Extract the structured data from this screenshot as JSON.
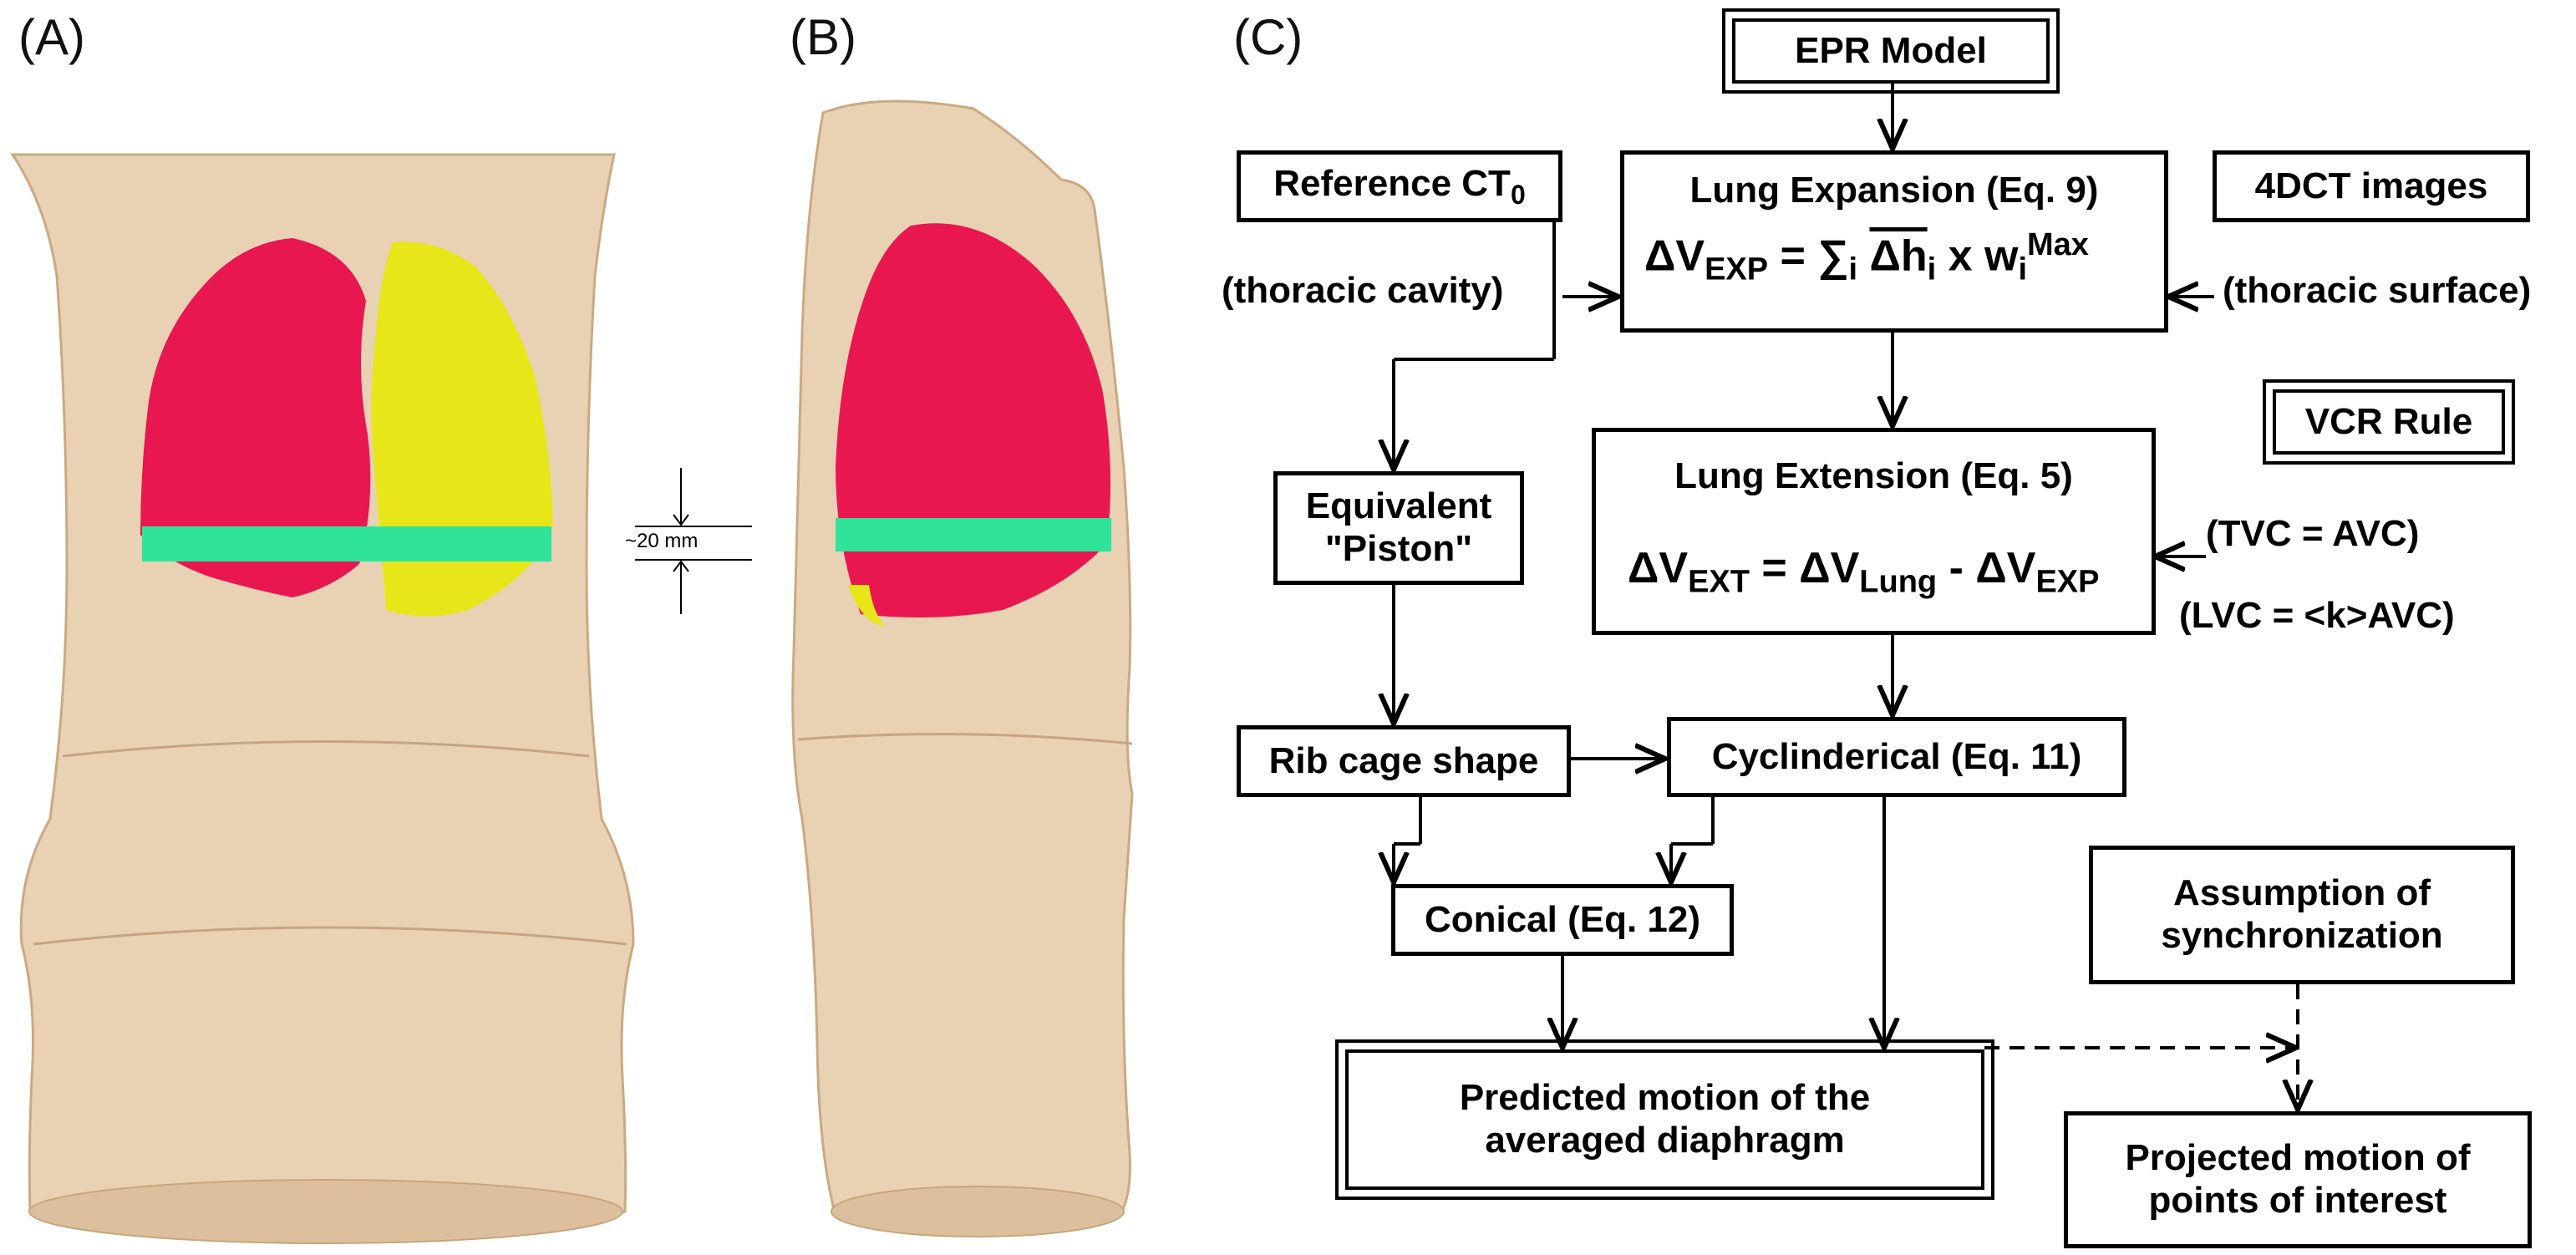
{
  "panels": {
    "a": "(A)",
    "b": "(B)",
    "c": "(C)"
  },
  "scale_bar": "~20 mm",
  "colors": {
    "torso": "#e8cfb0",
    "right_lung": "#e8174f",
    "left_lung": "#e6e619",
    "diaphragm_band": "#2fe39a"
  },
  "flow": {
    "epr_model": "EPR Model",
    "reference_ct": "Reference CT",
    "reference_ct_sub": "0",
    "thoracic_cavity": "(thoracic cavity)",
    "lung_expansion_title": "Lung Expansion (Eq. 9)",
    "eq9": {
      "lhs": "ΔV",
      "lhs_sub": "EXP",
      "eq": " = ",
      "sum": "∑",
      "sum_sub": "i",
      "dh": "Δh",
      "dh_sub": "i",
      "times": " x w",
      "w_sub": "i",
      "w_sup": "Max"
    },
    "four_dct": "4DCT images",
    "thoracic_surface": "(thoracic surface)",
    "vcr_rule": "VCR Rule",
    "tvc": "(TVC = AVC)",
    "lvc": "(LVC = <k>AVC)",
    "lung_extension_title": "Lung Extension (Eq. 5)",
    "eq5": {
      "lhs": "ΔV",
      "lhs_sub": "EXT",
      "eq": " = ΔV",
      "lung_sub": "Lung",
      "minus": " - ΔV",
      "exp_sub": "EXP"
    },
    "piston": "Equivalent \"Piston\"",
    "rib_cage": "Rib cage shape",
    "cylindrical": "Cyclinderical (Eq. 11)",
    "conical": "Conical (Eq. 12)",
    "assumption": "Assumption of synchronization",
    "predicted": "Predicted motion of the averaged diaphragm",
    "projected": "Projected motion of points of interest"
  }
}
